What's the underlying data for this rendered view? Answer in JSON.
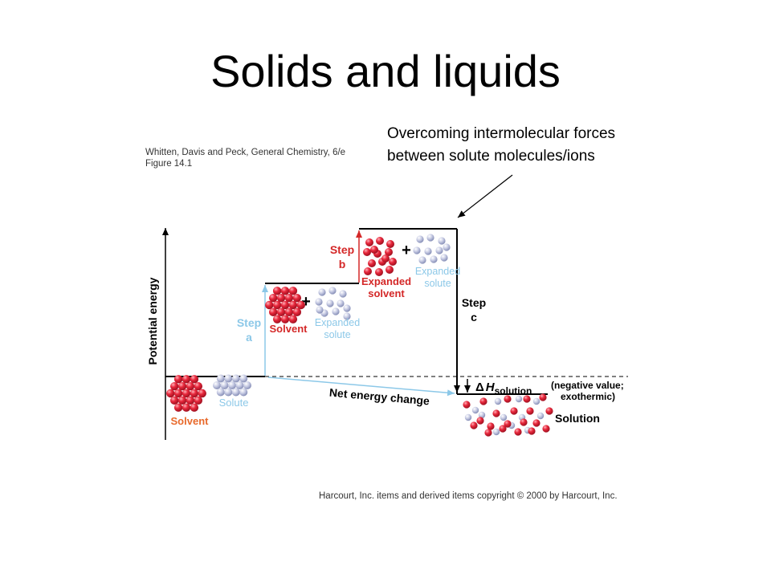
{
  "slide": {
    "title": "Solids and liquids",
    "callout": {
      "line1": "Overcoming intermolecular forces",
      "line2": "between solute molecules/ions"
    }
  },
  "figure": {
    "source_line1": "Whitten, Davis and Peck, General Chemistry, 6/e",
    "source_line2": "Figure 14.1",
    "copyright": "Harcourt, Inc. items and derived items copyright © 2000 by Harcourt, Inc.",
    "y_axis_label": "Potential energy",
    "step_a": {
      "line1": "Step",
      "line2": "a"
    },
    "step_b": {
      "line1": "Step",
      "line2": "b"
    },
    "step_c": {
      "line1": "Step",
      "line2": "c"
    },
    "plus": "+",
    "solvent_label": "Solvent",
    "solute_label": "Solute",
    "expanded_solute": {
      "line1": "Expanded",
      "line2": "solute"
    },
    "expanded_solvent": {
      "line1": "Expanded",
      "line2": "solvent"
    },
    "net_energy_change": "Net energy change",
    "delta_h": {
      "delta": "Δ",
      "h": "H",
      "sub": "solution"
    },
    "negative_value": {
      "line1": "(negative value;",
      "line2": "exothermic)"
    },
    "solution_label": "Solution",
    "colors": {
      "solvent_particle": "#e8283c",
      "solute_particle": "#c4c8e0",
      "step_a_arrow": "#8cc8e8",
      "step_b_arrow": "#d42828",
      "orange_label": "#e86a2c",
      "blue_label": "#8cc8e8",
      "red_label": "#d42828"
    }
  }
}
